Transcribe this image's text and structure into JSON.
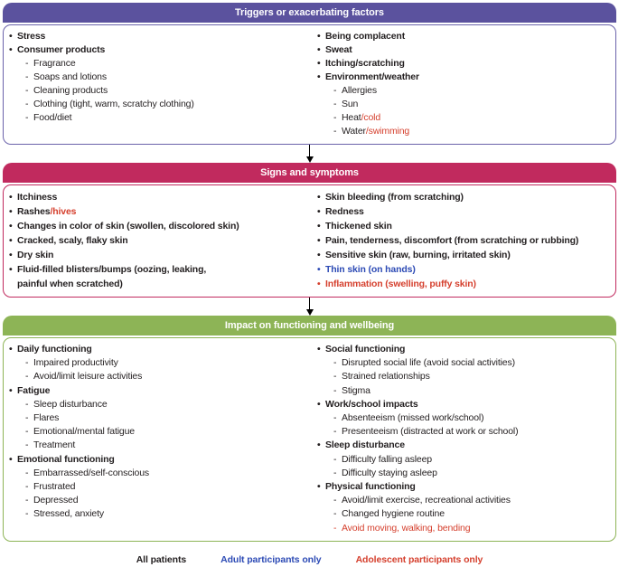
{
  "text_color": "#231f20",
  "legend": {
    "all": {
      "label": "All patients",
      "color": "#231f20"
    },
    "adult": {
      "label": "Adult participants only",
      "color": "#2d4bb5"
    },
    "adolescent": {
      "label": "Adolescent participants only",
      "color": "#d5402e"
    }
  },
  "boxes": [
    {
      "id": "triggers",
      "title": "Triggers or exacerbating factors",
      "header_color": "#5b529e",
      "border_color": "#6b63ab",
      "columns": [
        [
          {
            "level": 1,
            "bold": true,
            "segments": [
              {
                "text": "Stress",
                "group": "all"
              }
            ]
          },
          {
            "level": 1,
            "bold": true,
            "segments": [
              {
                "text": "Consumer products",
                "group": "all"
              }
            ]
          },
          {
            "level": 2,
            "bold": false,
            "segments": [
              {
                "text": "Fragrance",
                "group": "all"
              }
            ]
          },
          {
            "level": 2,
            "bold": false,
            "segments": [
              {
                "text": "Soaps and lotions",
                "group": "all"
              }
            ]
          },
          {
            "level": 2,
            "bold": false,
            "segments": [
              {
                "text": "Cleaning products",
                "group": "all"
              }
            ]
          },
          {
            "level": 2,
            "bold": false,
            "segments": [
              {
                "text": "Clothing (tight, warm, scratchy clothing)",
                "group": "all"
              }
            ]
          },
          {
            "level": 2,
            "bold": false,
            "segments": [
              {
                "text": "Food/diet",
                "group": "all"
              }
            ]
          }
        ],
        [
          {
            "level": 1,
            "bold": true,
            "segments": [
              {
                "text": "Being complacent",
                "group": "all"
              }
            ]
          },
          {
            "level": 1,
            "bold": true,
            "segments": [
              {
                "text": "Sweat",
                "group": "all"
              }
            ]
          },
          {
            "level": 1,
            "bold": true,
            "segments": [
              {
                "text": "Itching/scratching",
                "group": "all"
              }
            ]
          },
          {
            "level": 1,
            "bold": true,
            "segments": [
              {
                "text": "Environment/weather",
                "group": "all"
              }
            ]
          },
          {
            "level": 2,
            "bold": false,
            "segments": [
              {
                "text": "Allergies",
                "group": "all"
              }
            ]
          },
          {
            "level": 2,
            "bold": false,
            "segments": [
              {
                "text": "Sun",
                "group": "all"
              }
            ]
          },
          {
            "level": 2,
            "bold": false,
            "segments": [
              {
                "text": "Heat",
                "group": "all"
              },
              {
                "text": "/cold",
                "group": "adolescent"
              }
            ]
          },
          {
            "level": 2,
            "bold": false,
            "segments": [
              {
                "text": "Water",
                "group": "all"
              },
              {
                "text": "/swimming",
                "group": "adolescent"
              }
            ]
          }
        ]
      ]
    },
    {
      "id": "signs-symptoms",
      "title": "Signs and symptoms",
      "header_color": "#c12a5e",
      "border_color": "#c12a5e",
      "columns": [
        [
          {
            "level": 1,
            "bold": true,
            "segments": [
              {
                "text": "Itchiness",
                "group": "all"
              }
            ]
          },
          {
            "level": 1,
            "bold": true,
            "segments": [
              {
                "text": "Rashes",
                "group": "all"
              },
              {
                "text": "/hives",
                "group": "adolescent"
              }
            ]
          },
          {
            "level": 1,
            "bold": true,
            "segments": [
              {
                "text": "Changes in color of skin (swollen, discolored skin)",
                "group": "all"
              }
            ]
          },
          {
            "level": 1,
            "bold": true,
            "segments": [
              {
                "text": "Cracked, scaly, flaky skin",
                "group": "all"
              }
            ]
          },
          {
            "level": 1,
            "bold": true,
            "segments": [
              {
                "text": "Dry skin",
                "group": "all"
              }
            ]
          },
          {
            "level": 1,
            "bold": true,
            "segments": [
              {
                "text": "Fluid-filled blisters/bumps (oozing, leaking,",
                "group": "all"
              }
            ]
          },
          {
            "level": 1,
            "bold": true,
            "continuation": true,
            "segments": [
              {
                "text": "painful when scratched)",
                "group": "all"
              }
            ]
          }
        ],
        [
          {
            "level": 1,
            "bold": true,
            "segments": [
              {
                "text": "Skin bleeding (from scratching)",
                "group": "all"
              }
            ]
          },
          {
            "level": 1,
            "bold": true,
            "segments": [
              {
                "text": "Redness",
                "group": "all"
              }
            ]
          },
          {
            "level": 1,
            "bold": true,
            "segments": [
              {
                "text": "Thickened skin",
                "group": "all"
              }
            ]
          },
          {
            "level": 1,
            "bold": true,
            "segments": [
              {
                "text": "Pain, tenderness, discomfort (from scratching or rubbing)",
                "group": "all"
              }
            ]
          },
          {
            "level": 1,
            "bold": true,
            "segments": [
              {
                "text": "Sensitive skin (raw, burning, irritated skin)",
                "group": "all"
              }
            ]
          },
          {
            "level": 1,
            "bold": true,
            "segments": [
              {
                "text": "Thin skin (on hands)",
                "group": "adult"
              }
            ]
          },
          {
            "level": 1,
            "bold": true,
            "segments": [
              {
                "text": "Inflammation (swelling, puffy skin)",
                "group": "adolescent"
              }
            ]
          }
        ]
      ]
    },
    {
      "id": "impact",
      "title": "Impact on functioning and wellbeing",
      "header_color": "#8db456",
      "border_color": "#8db456",
      "columns": [
        [
          {
            "level": 1,
            "bold": true,
            "segments": [
              {
                "text": "Daily functioning",
                "group": "all"
              }
            ]
          },
          {
            "level": 2,
            "bold": false,
            "segments": [
              {
                "text": "Impaired productivity",
                "group": "all"
              }
            ]
          },
          {
            "level": 2,
            "bold": false,
            "segments": [
              {
                "text": "Avoid/limit leisure activities",
                "group": "all"
              }
            ]
          },
          {
            "level": 1,
            "bold": true,
            "segments": [
              {
                "text": "Fatigue",
                "group": "all"
              }
            ]
          },
          {
            "level": 2,
            "bold": false,
            "segments": [
              {
                "text": "Sleep disturbance",
                "group": "all"
              }
            ]
          },
          {
            "level": 2,
            "bold": false,
            "segments": [
              {
                "text": "Flares",
                "group": "all"
              }
            ]
          },
          {
            "level": 2,
            "bold": false,
            "segments": [
              {
                "text": "Emotional/mental fatigue",
                "group": "all"
              }
            ]
          },
          {
            "level": 2,
            "bold": false,
            "segments": [
              {
                "text": "Treatment",
                "group": "all"
              }
            ]
          },
          {
            "level": 1,
            "bold": true,
            "segments": [
              {
                "text": "Emotional functioning",
                "group": "all"
              }
            ]
          },
          {
            "level": 2,
            "bold": false,
            "segments": [
              {
                "text": "Embarrassed/self-conscious",
                "group": "all"
              }
            ]
          },
          {
            "level": 2,
            "bold": false,
            "segments": [
              {
                "text": "Frustrated",
                "group": "all"
              }
            ]
          },
          {
            "level": 2,
            "bold": false,
            "segments": [
              {
                "text": "Depressed",
                "group": "all"
              }
            ]
          },
          {
            "level": 2,
            "bold": false,
            "segments": [
              {
                "text": "Stressed, anxiety",
                "group": "all"
              }
            ]
          }
        ],
        [
          {
            "level": 1,
            "bold": true,
            "segments": [
              {
                "text": "Social functioning",
                "group": "all"
              }
            ]
          },
          {
            "level": 2,
            "bold": false,
            "segments": [
              {
                "text": "Disrupted social life (avoid social activities)",
                "group": "all"
              }
            ]
          },
          {
            "level": 2,
            "bold": false,
            "segments": [
              {
                "text": "Strained relationships",
                "group": "all"
              }
            ]
          },
          {
            "level": 2,
            "bold": false,
            "segments": [
              {
                "text": "Stigma",
                "group": "all"
              }
            ]
          },
          {
            "level": 1,
            "bold": true,
            "segments": [
              {
                "text": "Work/school impacts",
                "group": "all"
              }
            ]
          },
          {
            "level": 2,
            "bold": false,
            "segments": [
              {
                "text": "Absenteeism (missed work/school)",
                "group": "all"
              }
            ]
          },
          {
            "level": 2,
            "bold": false,
            "segments": [
              {
                "text": "Presenteeism (distracted at work or school)",
                "group": "all"
              }
            ]
          },
          {
            "level": 1,
            "bold": true,
            "segments": [
              {
                "text": "Sleep disturbance",
                "group": "all"
              }
            ]
          },
          {
            "level": 2,
            "bold": false,
            "segments": [
              {
                "text": "Difficulty falling asleep",
                "group": "all"
              }
            ]
          },
          {
            "level": 2,
            "bold": false,
            "segments": [
              {
                "text": "Difficulty staying asleep",
                "group": "all"
              }
            ]
          },
          {
            "level": 1,
            "bold": true,
            "segments": [
              {
                "text": "Physical functioning",
                "group": "all"
              }
            ]
          },
          {
            "level": 2,
            "bold": false,
            "segments": [
              {
                "text": "Avoid/limit exercise, recreational activities",
                "group": "all"
              }
            ]
          },
          {
            "level": 2,
            "bold": false,
            "segments": [
              {
                "text": "Changed hygiene routine",
                "group": "all"
              }
            ]
          },
          {
            "level": 2,
            "bold": false,
            "segments": [
              {
                "text": "Avoid moving, walking, bending",
                "group": "adolescent"
              }
            ]
          }
        ]
      ]
    }
  ]
}
